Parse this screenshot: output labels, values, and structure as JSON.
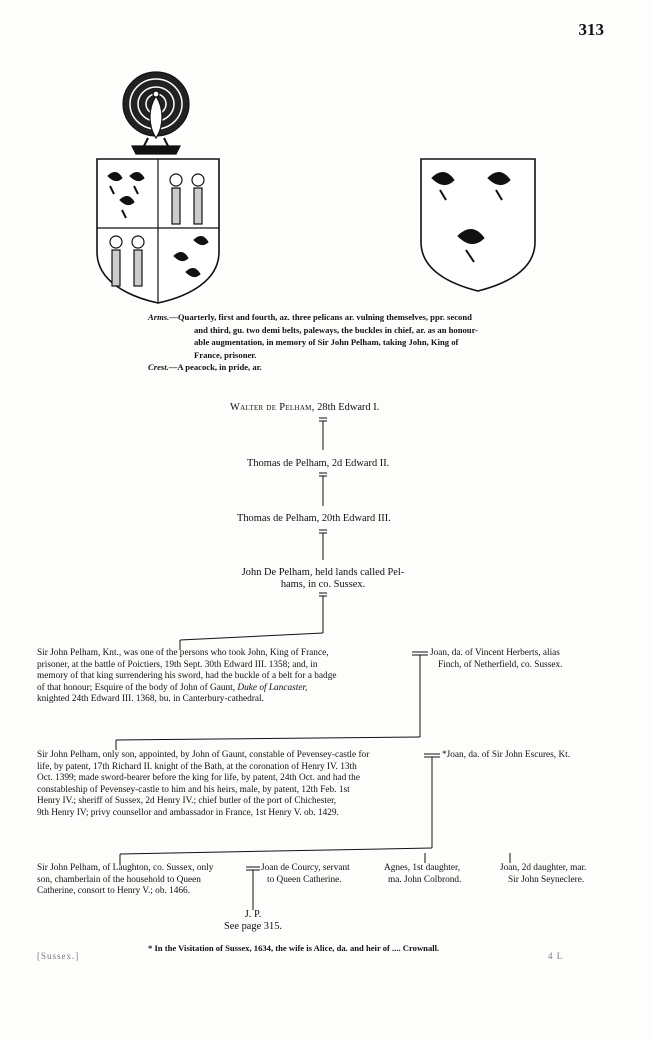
{
  "page_number": "313",
  "arms": {
    "label": "Arms.",
    "text_first": "—Quarterly, first and fourth, az. three pelicans ar. vulning themselves, ppr. second",
    "text_lines": [
      "and third, gu. two demi belts, paleways, the buckles in chief, ar. as an honour-",
      "able augmentation, in memory of Sir John Pelham, taking John, King of",
      "France, prisoner."
    ],
    "crest_label": "Crest.",
    "crest_text": "—A peacock, in pride, ar."
  },
  "generations": [
    {
      "name": "Walter de Pelham,",
      "rest": " 28th Edward I."
    },
    {
      "text": "Thomas de Pelham, 2d Edward II."
    },
    {
      "text": "Thomas de Pelham, 20th Edward III."
    },
    {
      "line1": "John De Pelham, held lands called Pel-",
      "line2": "hams, in co. Sussex."
    }
  ],
  "john_knt": {
    "l1": "Sir John Pelham, Knt., was one of the persons who took John, King of France,",
    "l2": "prisoner, at the battle of Poictiers, 19th Sept. 30th Edward III. 1358; and, in",
    "l3": "memory of that king surrendering his sword, had the buckle of a belt for a badge",
    "l4": "of that honour; Esquire of the body of John of Gaunt, ",
    "l4_italic": "Duke of Lancaster,",
    "l5": "knighted 24th Edward III. 1368, bu. in Canterbury-cathedral."
  },
  "joan_herberts": {
    "l1": "Joan, da. of Vincent Herberts, alias",
    "l2": "Finch, of Netherfield, co. Sussex."
  },
  "john_only_son": {
    "lines": [
      "Sir John Pelham, only son, appointed, by John of Gaunt, constable of Pevensey-castle for",
      "life, by patent, 17th Richard II. knight of the Bath, at the coronation of Henry IV. 13th",
      "Oct. 1399; made sword-bearer before the king for life, by patent, 24th Oct. and had the",
      "constableship of Pevensey-castle to him and his heirs, male, by patent, 12th Feb. 1st",
      "Henry IV.; sheriff of Sussex, 2d Henry IV.; chief butler of the port of Chichester,",
      "9th Henry IV; privy counsellor and ambassador in France, 1st Henry V. ob. 1429."
    ]
  },
  "joan_escures": {
    "text": "*Joan, da. of Sir John Escures, Kt."
  },
  "children": {
    "laughton": {
      "l1": "Sir John Pelham, of Laughton, co. Sussex, only",
      "l2": "son, chamberlain of the household to Queen",
      "l3": "Catherine, consort to Henry V.; ob. 1466."
    },
    "courcy": {
      "l1": "Joan de Courcy, servant",
      "l2": "to Queen Catherine."
    },
    "agnes": {
      "l1": "Agnes, 1st daughter,",
      "l2": "ma. John Colbrond."
    },
    "joan2": {
      "l1": "Joan, 2d daughter, mar.",
      "l2": "Sir John Seyneclere."
    }
  },
  "continuation": {
    "initials": "J. P.",
    "see": "See page 315."
  },
  "footnote": "* In the Visitation of Sussex, 1634, the wife is Alice, da. and heir of .... Crownall.",
  "margin_left": "[Sussex.]",
  "margin_right": "4 L",
  "colors": {
    "ink": "#111111",
    "paper": "#fdfdfb"
  },
  "icons": [
    "peacock-crest-icon",
    "quartered-shield-icon",
    "pelican-shield-icon"
  ]
}
